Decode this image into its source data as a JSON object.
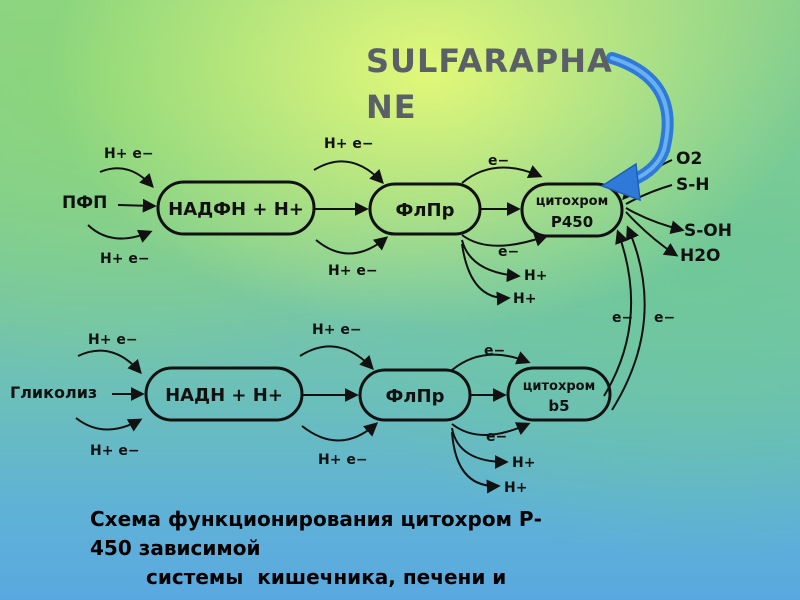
{
  "title": "SULFARAPHANE",
  "caption": {
    "line1": "Схема функционирования цитохром Р-",
    "line2": "450 зависимой",
    "line3": "системы  кишечника, печени и"
  },
  "row1": {
    "source": "ПФП",
    "box1": "НАДФН + Н+",
    "box2": "ФлПр",
    "box3_top": "цитохром",
    "box3_bottom": "P450",
    "he_top_1": "H+ e−",
    "he_bottom_1": "H+ e−",
    "he_top_2": "H+ e−",
    "he_bottom_2": "H+ e−",
    "e_top": "e−",
    "e_bottom": "e−",
    "h_1": "H+",
    "h_2": "H+",
    "products_in_1": "O2",
    "products_in_2": "S-H",
    "products_out_1": "S-OH",
    "products_out_2": "H2O"
  },
  "row2": {
    "source": "Гликолиз",
    "box1": "НАДН + Н+",
    "box2": "ФлПр",
    "box3_top": "цитохром",
    "box3_bottom": "b5",
    "he_top_1": "H+ e−",
    "he_bottom_1": "H+ e−",
    "he_top_2": "H+ e−",
    "he_bottom_2": "H+ e−",
    "e_top": "e−",
    "e_bottom": "e−",
    "h_1": "H+",
    "h_2": "H+"
  },
  "link": {
    "e_left": "e−",
    "e_right": "e−"
  },
  "colors": {
    "title": "#5a5f68",
    "big_arrow": "#2f7ad8",
    "ink": "#111111"
  }
}
